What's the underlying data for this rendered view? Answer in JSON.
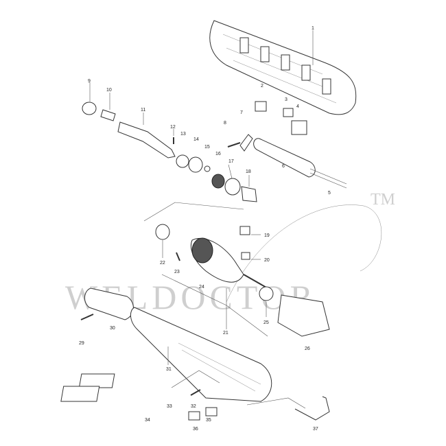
{
  "watermark": {
    "brand": "WELDOCTOR",
    "mark": "TM"
  },
  "parts": [
    {
      "id": "1",
      "label": "1"
    },
    {
      "id": "2",
      "label": "2"
    },
    {
      "id": "3",
      "label": "3"
    },
    {
      "id": "4",
      "label": "4"
    },
    {
      "id": "5",
      "label": "5"
    },
    {
      "id": "6",
      "label": "6"
    },
    {
      "id": "7",
      "label": "7"
    },
    {
      "id": "8",
      "label": "8"
    },
    {
      "id": "9",
      "label": "9"
    },
    {
      "id": "10",
      "label": "10"
    },
    {
      "id": "11",
      "label": "11"
    },
    {
      "id": "12",
      "label": "12"
    },
    {
      "id": "13",
      "label": "13"
    },
    {
      "id": "14",
      "label": "14"
    },
    {
      "id": "15",
      "label": "15"
    },
    {
      "id": "16",
      "label": "16"
    },
    {
      "id": "17",
      "label": "17"
    },
    {
      "id": "18",
      "label": "18"
    },
    {
      "id": "19",
      "label": "19"
    },
    {
      "id": "20",
      "label": "20"
    },
    {
      "id": "21",
      "label": "21"
    },
    {
      "id": "22",
      "label": "22"
    },
    {
      "id": "23",
      "label": "23"
    },
    {
      "id": "24",
      "label": "24"
    },
    {
      "id": "25",
      "label": "25"
    },
    {
      "id": "26",
      "label": "26"
    },
    {
      "id": "29",
      "label": "29"
    },
    {
      "id": "30",
      "label": "30"
    },
    {
      "id": "31",
      "label": "31"
    },
    {
      "id": "32",
      "label": "32"
    },
    {
      "id": "33",
      "label": "33"
    },
    {
      "id": "34",
      "label": "34"
    },
    {
      "id": "35",
      "label": "35"
    },
    {
      "id": "36",
      "label": "36"
    },
    {
      "id": "37",
      "label": "37"
    }
  ]
}
